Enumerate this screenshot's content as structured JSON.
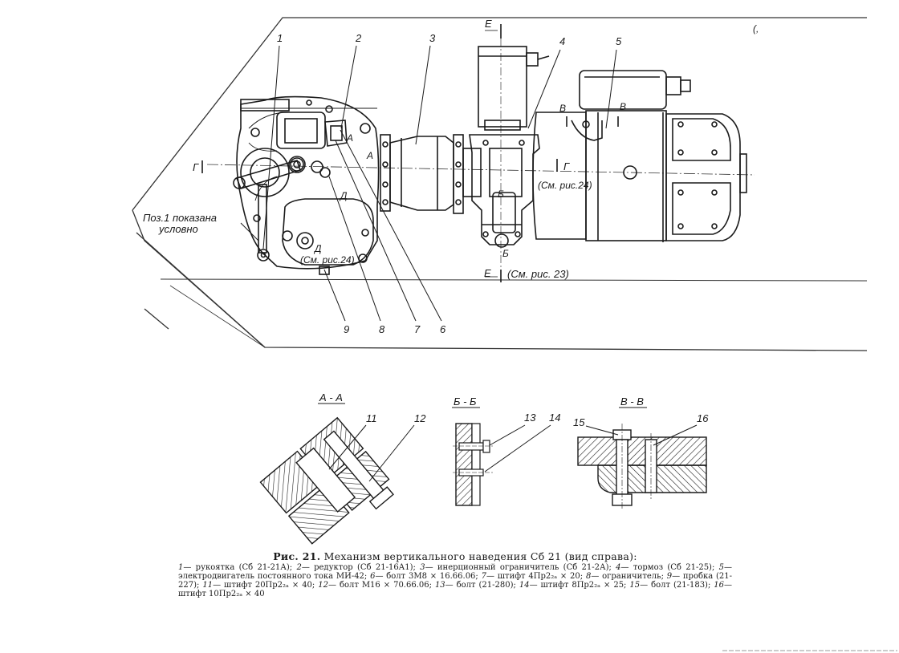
{
  "figure": {
    "corner_mark": "(,",
    "callouts": [
      "1",
      "2",
      "3",
      "4",
      "5",
      "6",
      "7",
      "8",
      "9"
    ],
    "section_markers": {
      "G": "Г",
      "D": "Д",
      "A": "А",
      "B": "Б",
      "V": "В",
      "E": "Е"
    },
    "notes": {
      "pos1_line1": "Поз.1 показана",
      "pos1_line2": "условно",
      "see_fig24_a": "(См. рис.24)",
      "see_fig24_b": "(См. рис.24)",
      "see_fig23": "(См. рис. 23)"
    },
    "sections": [
      {
        "title": "А - А",
        "callouts": [
          "11",
          "12"
        ]
      },
      {
        "title": "Б - Б",
        "callouts": [
          "13",
          "14"
        ]
      },
      {
        "title": "В - В",
        "callouts": [
          "15",
          "16"
        ]
      }
    ]
  },
  "caption": {
    "label": "Рис. 21.",
    "title": "Механизм вертикального наведения Сб 21 (вид справа):",
    "items": [
      {
        "n": "1",
        "text": "— рукоятка (Сб 21-21А);"
      },
      {
        "n": "2",
        "text": "— редуктор (Сб 21-16А1);"
      },
      {
        "n": "3",
        "text": "— инерционный ограничитель (Сб 21-2А);"
      },
      {
        "n": "4",
        "text": "— тормоз (Сб 21-25);"
      },
      {
        "n": "5",
        "text": "— электродвигатель постоянного тока МИ-42;"
      },
      {
        "n": "6",
        "text": "— болт 3М8 × 16.66.06;"
      },
      {
        "n": "7",
        "text": "— штифт 4Пр2₂ₐ × 20;"
      },
      {
        "n": "8",
        "text": "— ограничитель;"
      },
      {
        "n": "9",
        "text": "— пробка (21-227);"
      },
      {
        "n": "11",
        "text": "— штифт 20Пр2₂ₐ × 40;"
      },
      {
        "n": "12",
        "text": "— болт М16 × 70.66.06;"
      },
      {
        "n": "13",
        "text": "— болт (21-280);"
      },
      {
        "n": "14",
        "text": "— штифт 8Пр2₂ₐ × 25;"
      },
      {
        "n": "15",
        "text": "— болт (21-183);"
      },
      {
        "n": "16",
        "text": "— штифт 10Пр2₂ₐ × 40"
      }
    ]
  }
}
